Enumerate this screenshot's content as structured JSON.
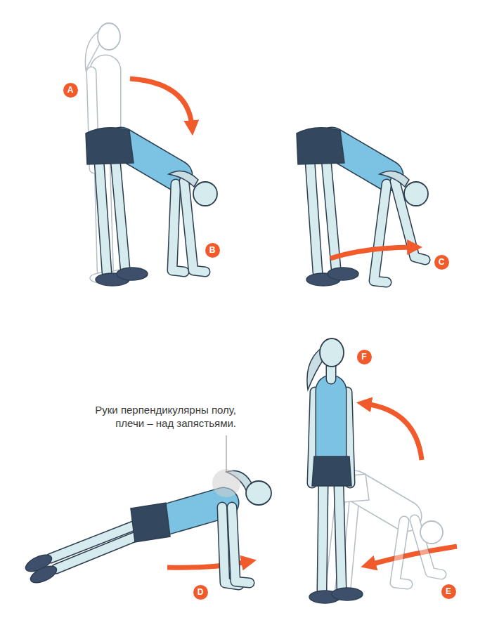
{
  "diagram": {
    "labels": [
      "A",
      "B",
      "C",
      "Руки перпендикулярны полу, плечи – над запястьями.",
      "D",
      "E",
      "F"
    ]
  }
}
